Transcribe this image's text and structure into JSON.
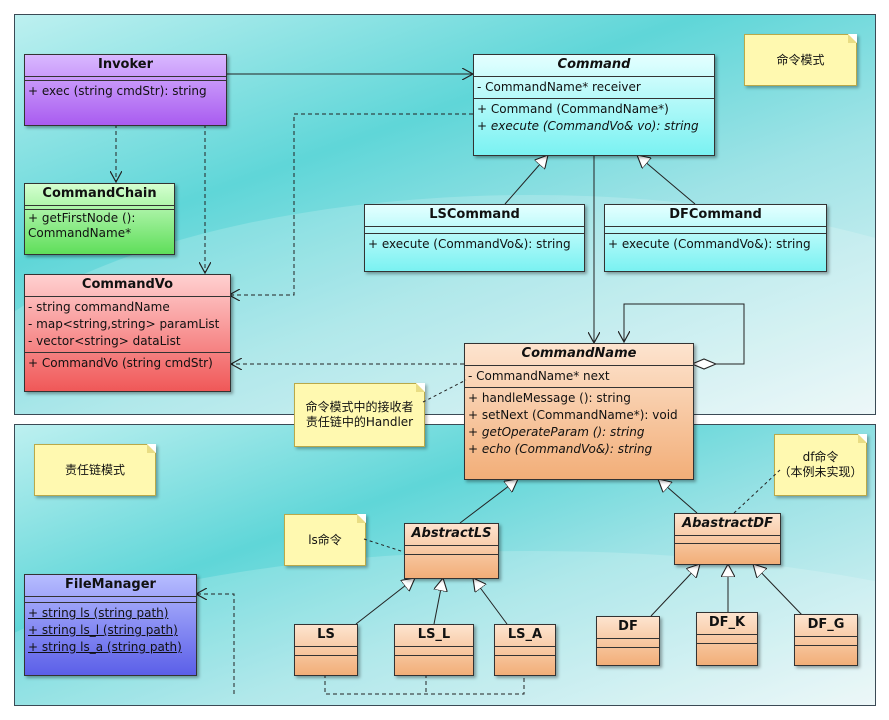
{
  "packages": {
    "top_note": "命令模式",
    "bottom_note": "责任链模式"
  },
  "classes": {
    "invoker": {
      "name": "Invoker",
      "ops": [
        "+ exec (string cmdStr): string"
      ]
    },
    "command": {
      "name": "Command",
      "attrs": [
        "- CommandName* receiver"
      ],
      "ops": [
        "+ Command (CommandName*)",
        "+ execute (CommandVo& vo): string"
      ]
    },
    "commandchain": {
      "name": "CommandChain",
      "ops": [
        "+ getFirstNode ():",
        "CommandName*"
      ]
    },
    "commandvo": {
      "name": "CommandVo",
      "attrs": [
        "- string commandName",
        "- map<string,string> paramList",
        "- vector<string> dataList"
      ],
      "ops": [
        "+ CommandVo (string cmdStr)"
      ]
    },
    "lscommand": {
      "name": "LSCommand",
      "ops": [
        "+ execute (CommandVo&): string"
      ]
    },
    "dfcommand": {
      "name": "DFCommand",
      "ops": [
        "+ execute (CommandVo&): string"
      ]
    },
    "commandname": {
      "name": "CommandName",
      "attrs": [
        "- CommandName* next"
      ],
      "ops": [
        "+ handleMessage (): string",
        "+ setNext (CommandName*): void",
        "+ getOperateParam (): string",
        "+ echo (CommandVo&): string"
      ]
    },
    "abstractls": {
      "name": "AbstractLS"
    },
    "abstractdf": {
      "name": "AbastractDF"
    },
    "filemanager": {
      "name": "FileManager",
      "ops": [
        "+ string ls (string path)",
        "+ string ls_l (string path)",
        "+ string ls_a (string path)"
      ]
    },
    "ls": {
      "name": "LS"
    },
    "ls_l": {
      "name": "LS_L"
    },
    "ls_a": {
      "name": "LS_A"
    },
    "df": {
      "name": "DF"
    },
    "df_k": {
      "name": "DF_K"
    },
    "df_g": {
      "name": "DF_G"
    }
  },
  "notes": {
    "receiver_line1": "命令模式中的接收者",
    "receiver_line2": "责任链中的Handler",
    "df_line1": "df命令",
    "df_line2": "（本例未实现）",
    "ls": "ls命令"
  },
  "colors": {
    "invoker": "#b070f4",
    "commandchain": "#6fe06a",
    "commandvo": "#f25c5c",
    "command": "#6eeaea",
    "commandname": "#f2ae78",
    "filemanager": "#5b5fe8",
    "package": "#5fd6d8",
    "note": "#fff9b0"
  }
}
